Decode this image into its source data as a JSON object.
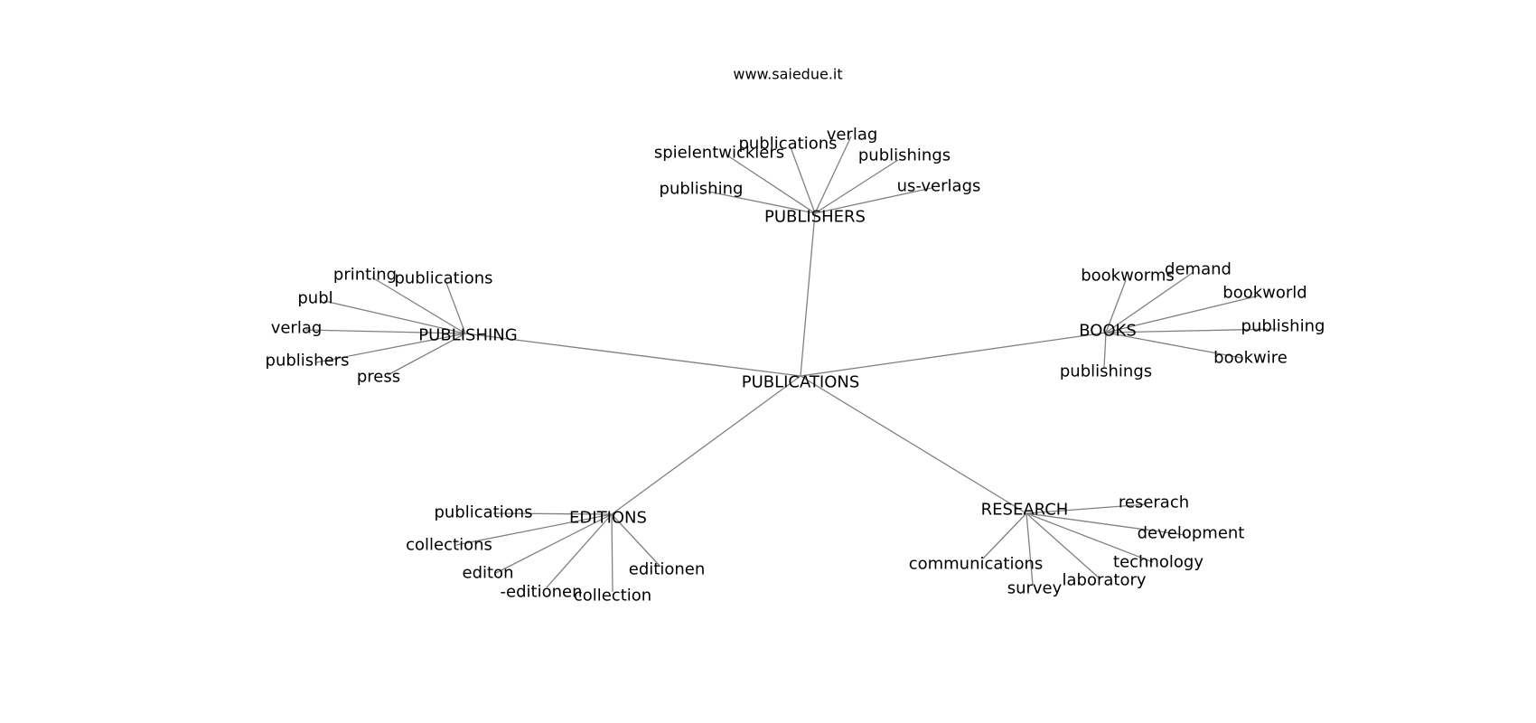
{
  "title": "www.saiedue.it",
  "root": "PUBLICATIONS",
  "clusters": [
    {
      "label": "PUBLISHERS",
      "children": [
        "spielentwicklers",
        "publications",
        "verlag",
        "publishings",
        "publishing",
        "us-verlags"
      ]
    },
    {
      "label": "PUBLISHING",
      "children": [
        "printing",
        "publications",
        "publ",
        "verlag",
        "publishers",
        "press"
      ]
    },
    {
      "label": "BOOKS",
      "children": [
        "bookworms",
        "demand",
        "bookworld",
        "publishing",
        "bookwire",
        "publishings"
      ]
    },
    {
      "label": "EDITIONS",
      "children": [
        "publications",
        "collections",
        "editon",
        "-editionen",
        "collection",
        "editionen"
      ]
    },
    {
      "label": "RESEARCH",
      "children": [
        "reserach",
        "development",
        "technology",
        "laboratory",
        "survey",
        "communications"
      ]
    }
  ],
  "colors": {
    "edge": "#808080",
    "text": "#000000",
    "background": "#ffffff"
  }
}
